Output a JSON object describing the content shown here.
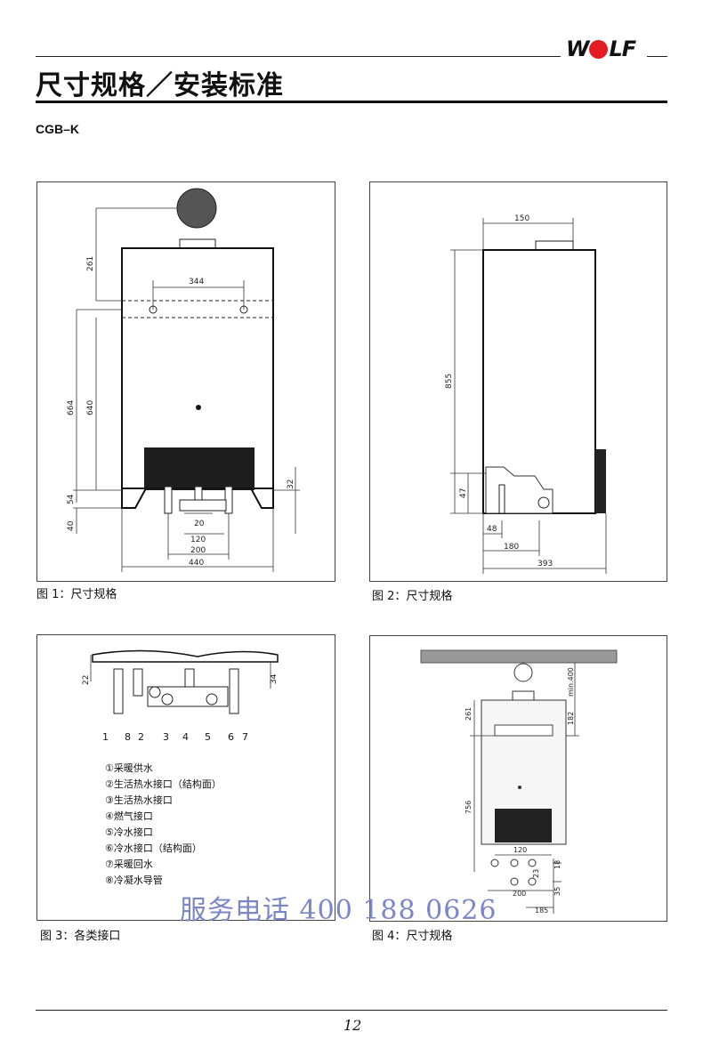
{
  "header": {
    "brand": "WOLF",
    "title": "尺寸规格／安装标准",
    "model": "CGB–K"
  },
  "figures": [
    {
      "caption": "图 1：尺寸规格",
      "dims": {
        "d261": "261",
        "d344": "344",
        "d664": "664",
        "d640": "640",
        "d54": "54",
        "d40": "40",
        "d32": "32",
        "d20": "20",
        "d120": "120",
        "d200": "200",
        "d440": "440"
      }
    },
    {
      "caption": "图 2：尺寸规格",
      "dims": {
        "d150": "150",
        "d855": "855",
        "d47": "47",
        "d48": "48",
        "d180": "180",
        "d393": "393"
      }
    },
    {
      "caption": "图 3：各类接口",
      "dims": {
        "d22": "22",
        "d34": "34"
      },
      "numbers": [
        "1",
        "8",
        "2",
        "3",
        "4",
        "5",
        "6",
        "7"
      ],
      "legend": [
        "①采暖供水",
        "②生活热水接口（结构面）",
        "③生活热水接口",
        "④燃气接口",
        "⑤冷水接口",
        "⑥冷水接口（结构面）",
        "⑦采暖回水",
        "⑧冷凝水导管"
      ]
    },
    {
      "caption": "图 4：尺寸规格",
      "dims": {
        "d261": "261",
        "dmin400": "min.400",
        "d182": "182",
        "d756": "756",
        "d120": "120",
        "d18": "18",
        "d23": "23",
        "d35": "35",
        "d200": "200",
        "d185": "185"
      }
    }
  ],
  "watermark": "服务电话 400 188 0626",
  "footer": {
    "page_number": "12"
  }
}
